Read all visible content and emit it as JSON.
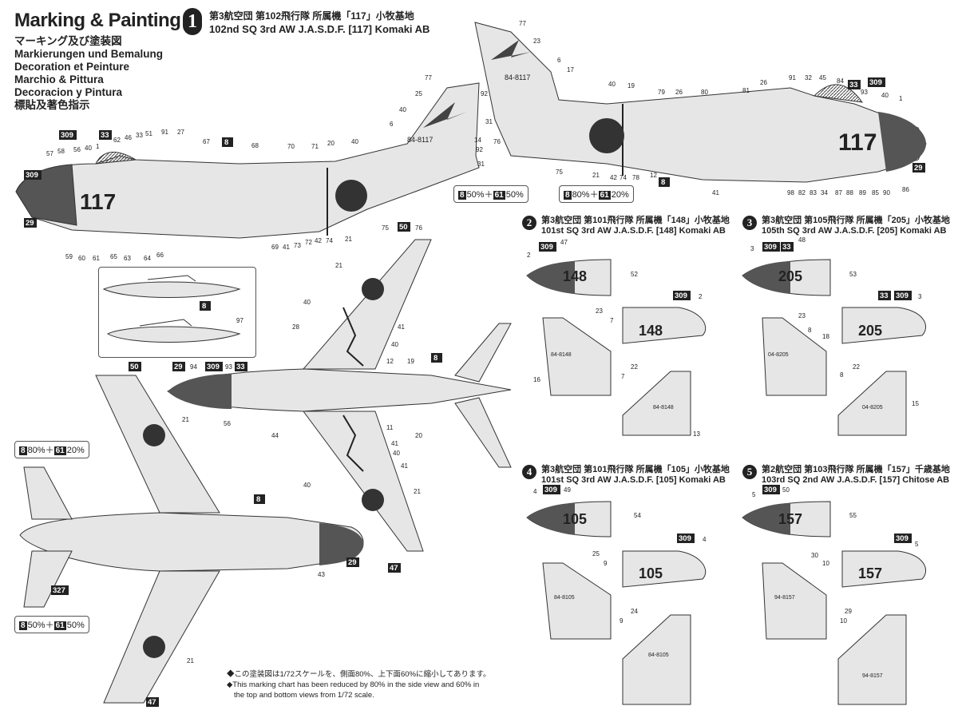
{
  "title": "Marking & Painting",
  "languages": [
    "マーキング及び塗装図",
    "Markierungen und Bemalung",
    "Decoration et Peinture",
    "Marchio & Pittura",
    "Decoracion y Pintura",
    "標貼及著色指示"
  ],
  "schemes": [
    {
      "number": "1",
      "line1": "第3航空団 第102飛行隊 所属機「117」小牧基地",
      "line2": "102nd SQ 3rd AW J.A.S.D.F. [117] Komaki AB",
      "code": "117",
      "tail": "84-8117"
    },
    {
      "number": "2",
      "line1": "第3航空団 第101飛行隊 所属機「148」小牧基地",
      "line2": "101st SQ 3rd AW J.A.S.D.F. [148] Komaki AB",
      "code": "148",
      "tail": "84-8148"
    },
    {
      "number": "3",
      "line1": "第3航空団 第105飛行隊 所属機「205」小牧基地",
      "line2": "105th SQ 3rd AW J.A.S.D.F. [205] Komaki AB",
      "code": "205",
      "tail": "04-8205"
    },
    {
      "number": "4",
      "line1": "第3航空団 第101飛行隊 所属機「105」小牧基地",
      "line2": "101st SQ 3rd AW J.A.S.D.F. [105] Komaki AB",
      "code": "105",
      "tail": "84-8105"
    },
    {
      "number": "5",
      "line1": "第2航空団 第103飛行隊 所属機「157」千歳基地",
      "line2": "103rd SQ 2nd AW J.A.S.D.F. [157] Chitose AB",
      "code": "157",
      "tail": "94-8157"
    }
  ],
  "mixes": {
    "a": {
      "c1": "8",
      "p1": "50%",
      "c2": "61",
      "p2": "50%",
      "plus": "＋"
    },
    "b": {
      "c1": "8",
      "p1": "80%",
      "c2": "61",
      "p2": "20%",
      "plus": "＋"
    }
  },
  "color_codes": [
    "8",
    "29",
    "33",
    "47",
    "50",
    "309",
    "327"
  ],
  "notes": [
    "◆この塗装図は1/72スケールを、側面80%、上下面60%に縮小してあります。",
    "◆This marking chart has been reduced by 80% in the side view and 60% in",
    "the top and bottom views from 1/72 scale."
  ],
  "colors": {
    "ink": "#222222",
    "hinomaru": "#333333",
    "paint": "#e6e6e6",
    "panel": "#bbbbbb",
    "radome": "#555555"
  }
}
